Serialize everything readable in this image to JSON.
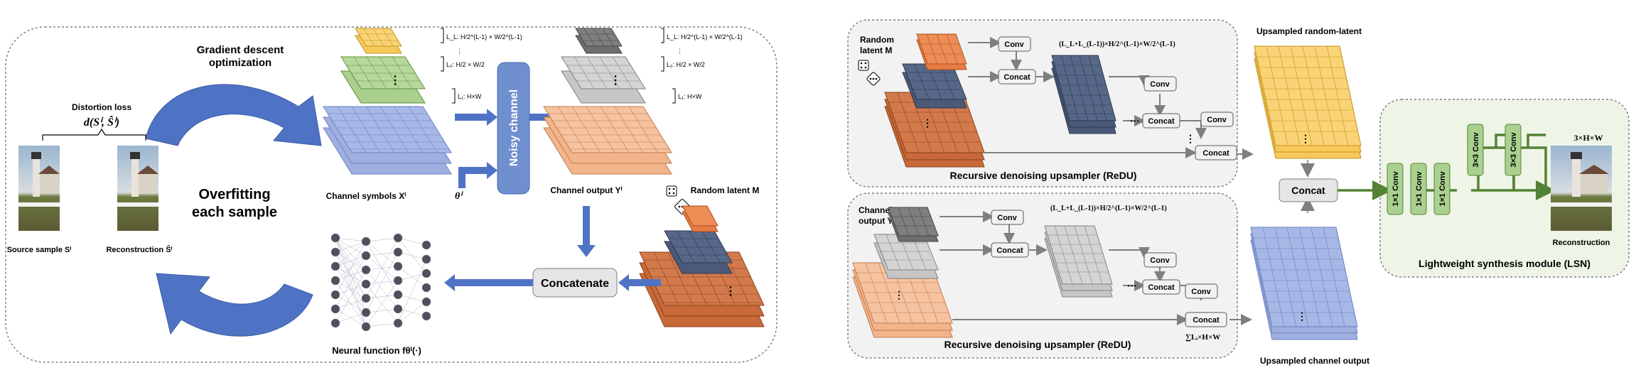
{
  "left_panel": {
    "gradient_title_line1": "Gradient descent",
    "gradient_title_line2": "optimization",
    "distortion_loss": "Distortion loss",
    "distortion_formula": "d(Sⁱ, Ŝⁱ)",
    "overfit_line1": "Overfitting",
    "overfit_line2": "each sample",
    "source_label": "Source sample  Sⁱ",
    "recon_label": "Reconstruction  Ŝⁱ",
    "channel_symbols_label": "Channel symbols  Xⁱ",
    "theta_label": "θⁱ",
    "noisy_channel": "Noisy channel",
    "channel_output_label": "Channel output  Yⁱ",
    "random_latent_label": "Random latent M",
    "concatenate": "Concatenate",
    "neural_function_label": "Neural function  fθⁱ(·)",
    "level_labels_left": [
      "L_L: H/2^(L-1) × W/2^(L-1)",
      "L₂: H/2 × W/2",
      "L₁: H×W"
    ],
    "level_labels_right": [
      "L_L: H/2^(L-1) × W/2^(L-1)",
      "L₂: H/2 × W/2",
      "L₁: H×W"
    ]
  },
  "redu_top": {
    "random_latent_line1": "Random",
    "random_latent_line2": "latent M",
    "conv": "Conv",
    "concat": "Concat",
    "shape_label": "(L_L+L_(L-1))×H/2^(L-1)×W/2^(L-1)",
    "dots": "···",
    "title": "Recursive denoising upsampler (ReDU)"
  },
  "redu_bottom": {
    "channel_output_line1": "Channel",
    "channel_output_line2": "output Yⁱ",
    "conv": "Conv",
    "concat": "Concat",
    "shape_label": "(L_L+L_(L-1))×H/2^(L-1)×W/2^(L-1)",
    "dots": "···",
    "sum_label": "∑Lᵢ×H×W",
    "title": "Recursive denoising upsampler (ReDU)"
  },
  "middle": {
    "upsampled_random_latent": "Upsampled random-latent",
    "upsampled_channel_output": "Upsampled channel output",
    "concat": "Concat"
  },
  "lsn": {
    "conv1": "1×1 Conv",
    "conv3": "3×3 Conv",
    "output_shape": "3×H×W",
    "reconstruction": "Reconstruction",
    "title": "Lightweight synthesis module (LSN)"
  },
  "colors": {
    "blue_grid": "#9fb0e0",
    "orange_grid": "#f3b48c",
    "dark_orange_grid": "#c8693a",
    "navy_grid": "#4a5a78",
    "yellow_grid": "#f7c85a",
    "green_grid": "#a9d08e",
    "gray_grid": "#c6c6c6",
    "dark_gray_grid": "#7a7a7a",
    "arrow_blue": "#4472c4",
    "lsn_bg": "#eef5e6",
    "lsn_green": "#70ad47"
  }
}
